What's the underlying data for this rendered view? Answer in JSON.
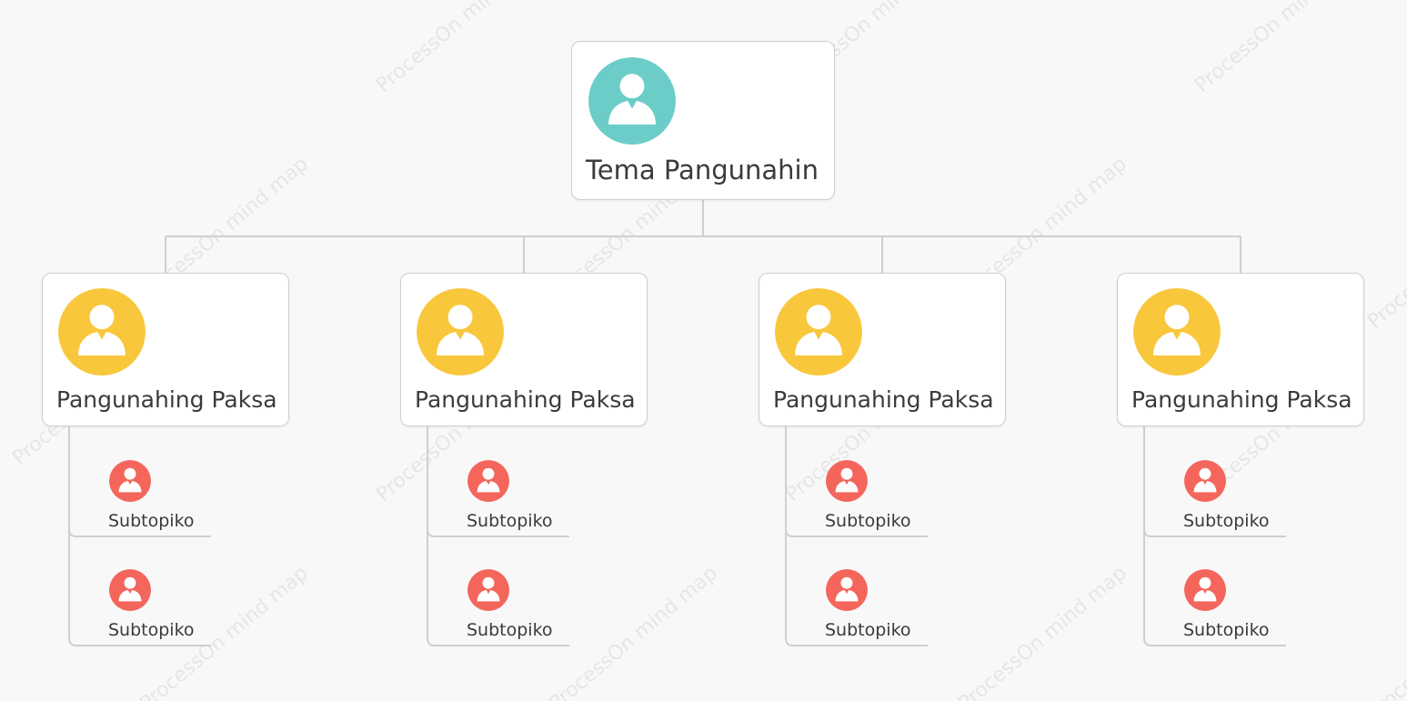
{
  "watermark_text": "ProcessOn mind map",
  "colors": {
    "background": "#f8f8f8",
    "connector": "#cfcfcf",
    "root_avatar": "#6ccdc8",
    "main_avatar": "#f9c73c",
    "sub_avatar": "#f4665c"
  },
  "root": {
    "label": "Tema Pangunahin",
    "icon": "user-icon"
  },
  "branches": [
    {
      "label": "Pangunahing Paksa",
      "icon": "user-icon",
      "subtopics": [
        {
          "label": "Subtopiko",
          "icon": "user-icon"
        },
        {
          "label": "Subtopiko",
          "icon": "user-icon"
        }
      ]
    },
    {
      "label": "Pangunahing Paksa",
      "icon": "user-icon",
      "subtopics": [
        {
          "label": "Subtopiko",
          "icon": "user-icon"
        },
        {
          "label": "Subtopiko",
          "icon": "user-icon"
        }
      ]
    },
    {
      "label": "Pangunahing Paksa",
      "icon": "user-icon",
      "subtopics": [
        {
          "label": "Subtopiko",
          "icon": "user-icon"
        },
        {
          "label": "Subtopiko",
          "icon": "user-icon"
        }
      ]
    },
    {
      "label": "Pangunahing Paksa",
      "icon": "user-icon",
      "subtopics": [
        {
          "label": "Subtopiko",
          "icon": "user-icon"
        },
        {
          "label": "Subtopiko",
          "icon": "user-icon"
        }
      ]
    }
  ]
}
